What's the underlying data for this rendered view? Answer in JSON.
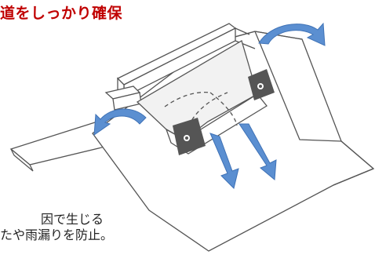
{
  "headline": {
    "text": "道をしっかり確保",
    "color": "#c00000"
  },
  "caption": {
    "line1": "因で生じる",
    "line2": "たや雨漏りを防止。"
  },
  "colors": {
    "arrow": "#5b8fd1",
    "arrow_edge": "#3f72b6",
    "line": "#555555",
    "bracket_fill": "#f2f2f2",
    "pad": "#555555"
  }
}
